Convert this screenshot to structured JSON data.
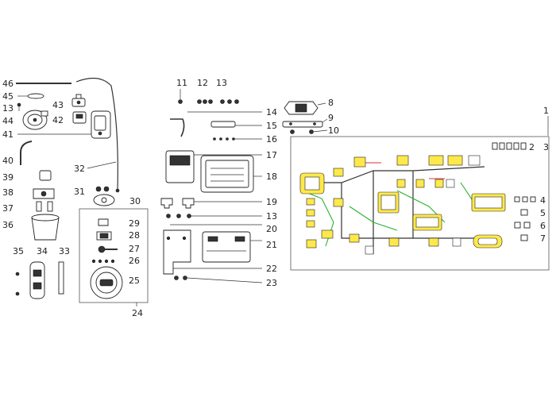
{
  "diagram": {
    "callouts": {
      "c1": "1",
      "c2": "2",
      "c3": "3",
      "c4": "4",
      "c5": "5",
      "c6": "6",
      "c7": "7",
      "c8": "8",
      "c9": "9",
      "c10": "10",
      "c11": "11",
      "c12": "12",
      "c13a": "13",
      "c13b": "13",
      "c13c": "13",
      "c14": "14",
      "c15": "15",
      "c16": "16",
      "c17": "17",
      "c18": "18",
      "c19": "19",
      "c20": "20",
      "c21": "21",
      "c22": "22",
      "c23": "23",
      "c24": "24",
      "c25": "25",
      "c26": "26",
      "c27": "27",
      "c28": "28",
      "c29": "29",
      "c30": "30",
      "c31": "31",
      "c32": "32",
      "c33": "33",
      "c34": "34",
      "c35": "35",
      "c36": "36",
      "c37": "37",
      "c38": "38",
      "c39": "39",
      "c40": "40",
      "c41": "41",
      "c42": "42",
      "c43": "43",
      "c44": "44",
      "c45": "45",
      "c46": "46"
    },
    "colors": {
      "wire_green": "#2bb12b",
      "connector_yellow": "#ffe94a",
      "wire_red": "#dd3333",
      "line": "#333333"
    }
  }
}
